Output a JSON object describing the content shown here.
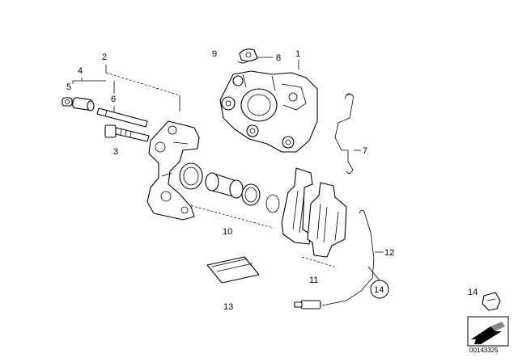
{
  "labels": {
    "p1": "1",
    "p2": "2",
    "p3": "3",
    "p4": "4",
    "p5": "5",
    "p6": "6",
    "p7": "7",
    "p8": "8",
    "p9": "9",
    "p10": "10",
    "p11": "11",
    "p12": "12",
    "p13": "13",
    "p14": "14",
    "p14_legend": "14"
  },
  "diagram_id": "00143325"
}
